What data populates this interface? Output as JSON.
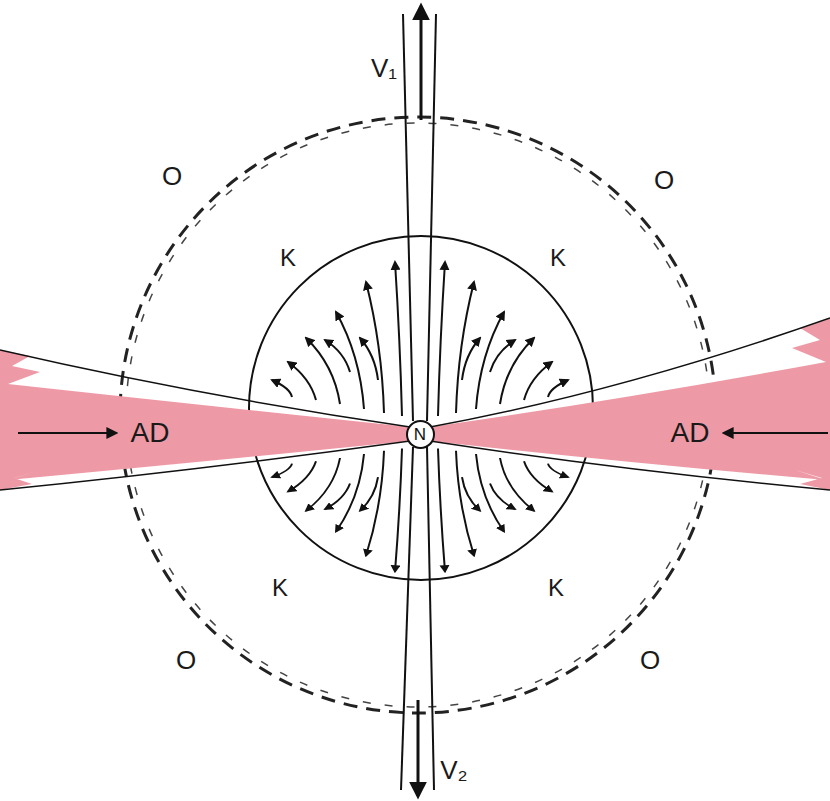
{
  "diagram": {
    "nodes": [
      {
        "text": [
          "N"
        ]
      }
    ],
    "labels": [
      "V₁",
      "O",
      "O",
      "K",
      "K",
      "AD",
      "AD",
      "K",
      "K",
      "O",
      "O",
      "V₂"
    ]
  }
}
